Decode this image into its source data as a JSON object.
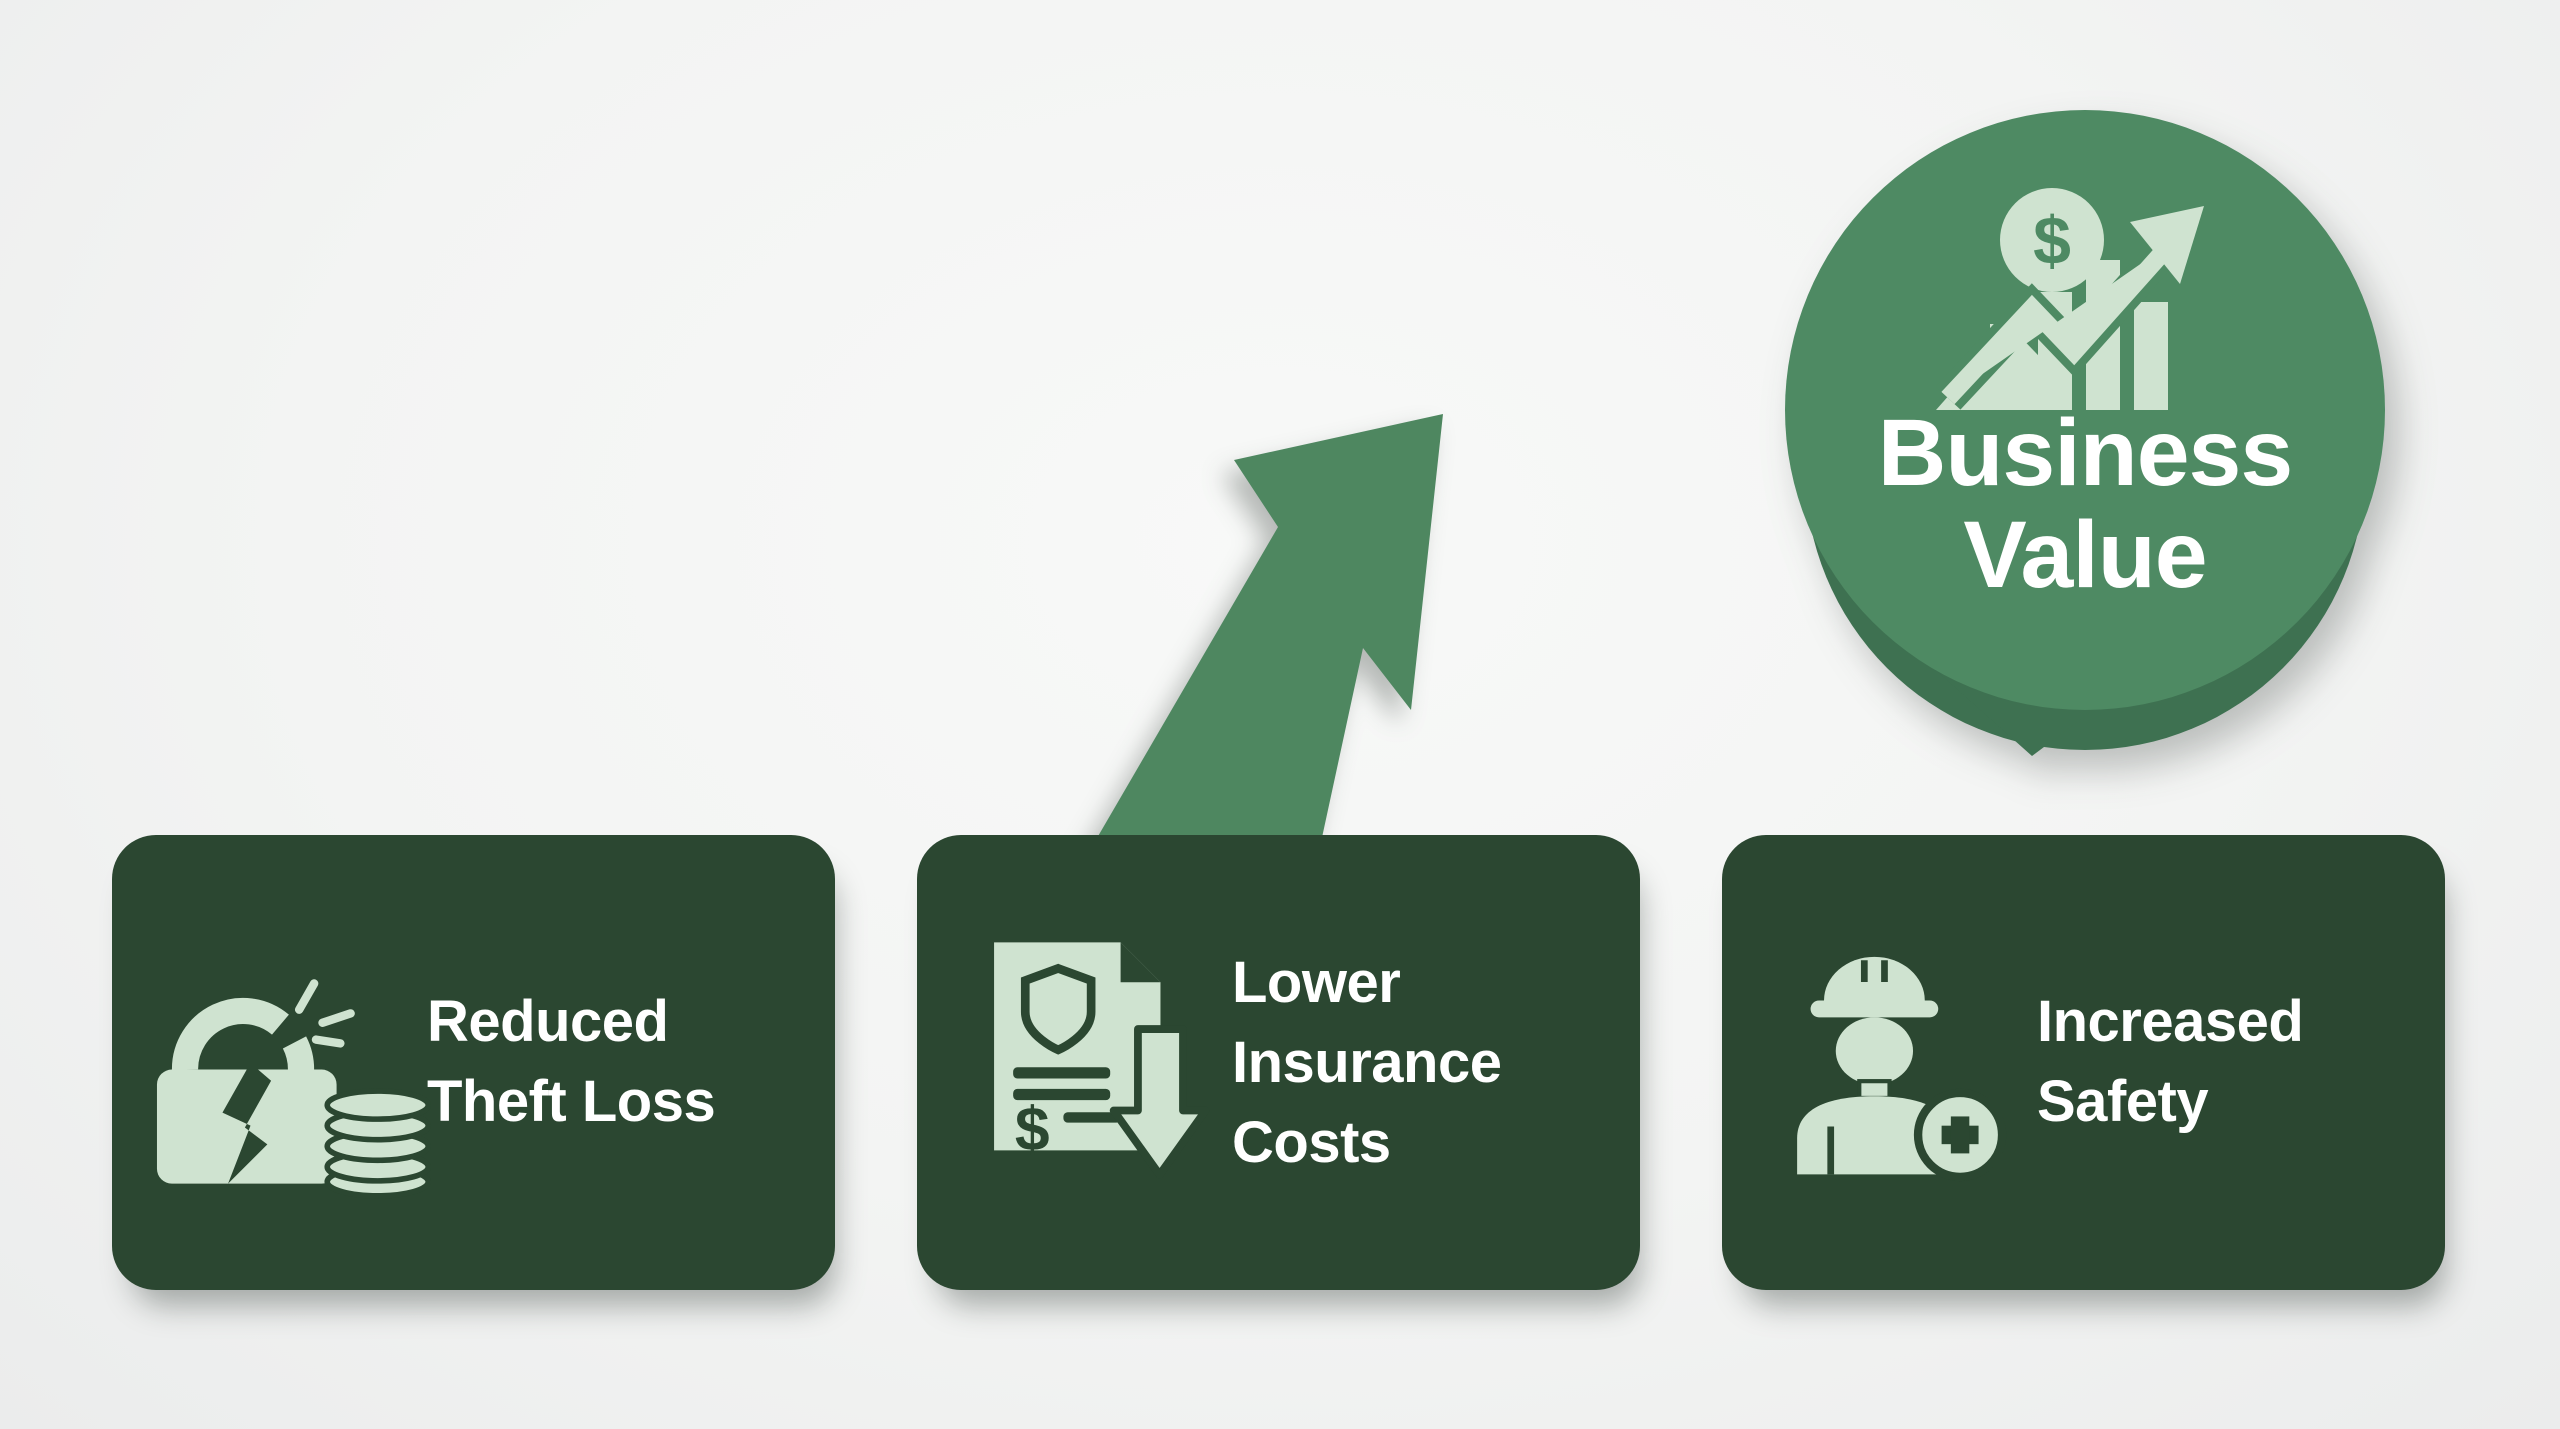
{
  "colors": {
    "background": "#f3f4f3",
    "card_background": "#2b4731",
    "badge_circle": "#4e8a63",
    "badge_pedestal": "#3e7151",
    "arrow": "#4e8760",
    "icon_sage": "#cfe3d0",
    "text": "#ffffff"
  },
  "badge": {
    "icon": "growth-chart-dollar-icon",
    "dollar_symbol": "$",
    "lines": [
      "Business",
      "Value"
    ]
  },
  "arrow": {
    "icon": "upward-trend-arrow"
  },
  "cards": [
    {
      "icon": "broken-padlock-coins-icon",
      "lines": [
        "Reduced",
        "Theft Loss"
      ]
    },
    {
      "icon": "insurance-document-down-arrow-icon",
      "dollar_symbol": "$",
      "lines": [
        "Lower",
        "Insurance",
        "Costs"
      ]
    },
    {
      "icon": "worker-hardhat-plus-icon",
      "lines": [
        "Increased",
        "Safety"
      ]
    }
  ]
}
